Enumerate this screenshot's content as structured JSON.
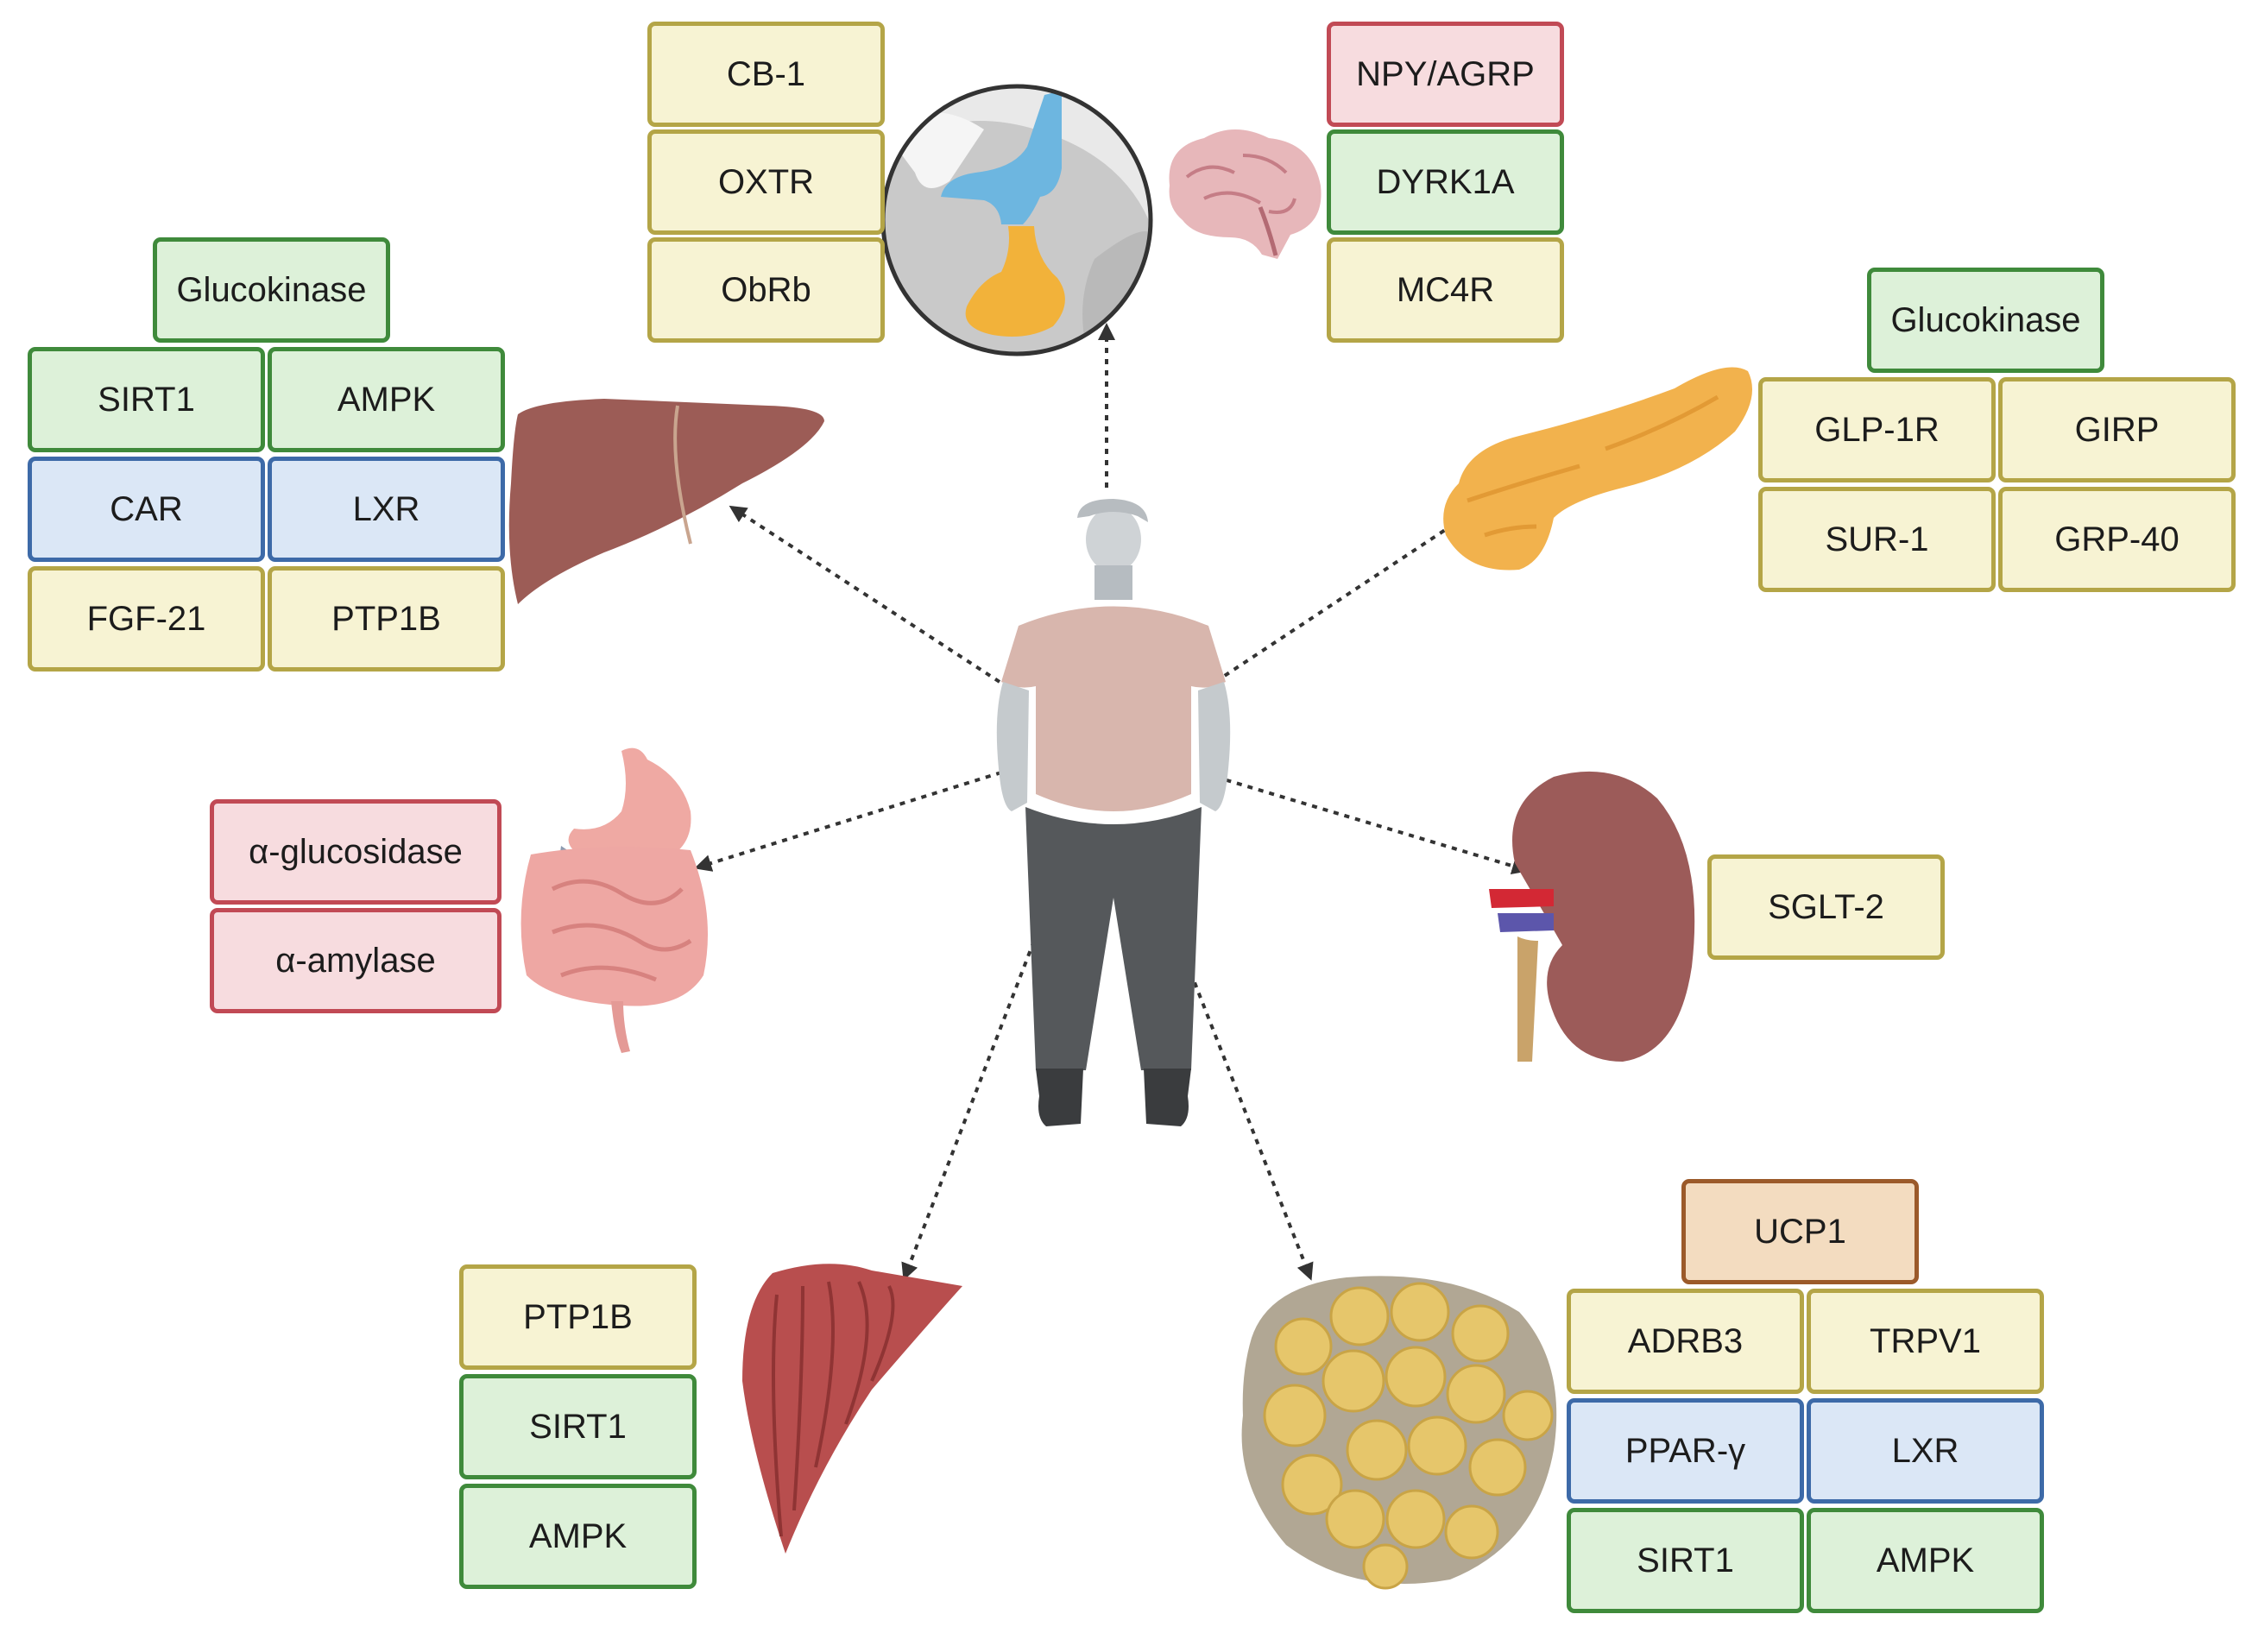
{
  "colors": {
    "yellow_fill": "#f7f3d3",
    "yellow_border": "#b4a547",
    "green_fill": "#ddf1d9",
    "green_border": "#3f8a3b",
    "blue_fill": "#dbe7f6",
    "blue_border": "#3d6aa8",
    "red_fill": "#f7dcdf",
    "red_border": "#c14a55",
    "tan_fill": "#f3dcc0",
    "tan_border": "#9b5a2a",
    "arrow": "#333333"
  },
  "icons": {
    "center": "human-figure-icon",
    "brain_circle": "hypothalamus-icon",
    "brain": "brain-icon",
    "liver": "liver-icon",
    "pancreas": "pancreas-icon",
    "digestive": "stomach-intestine-icon",
    "kidney": "kidney-icon",
    "muscle": "muscle-icon",
    "adipose": "adipose-tissue-icon"
  },
  "brain_left": {
    "t1": "CB-1",
    "t2": "OXTR",
    "t3": "ObRb"
  },
  "brain_right": {
    "t1": "NPY/AGRP",
    "t2": "DYRK1A",
    "t3": "MC4R"
  },
  "liver": {
    "t1": "Glucokinase",
    "t2": "SIRT1",
    "t3": "AMPK",
    "t4": "CAR",
    "t5": "LXR",
    "t6": "FGF-21",
    "t7": "PTP1B"
  },
  "pancreas": {
    "t1": "Glucokinase",
    "t2": "GLP-1R",
    "t3": "GIRP",
    "t4": "SUR-1",
    "t5": "GRP-40"
  },
  "gut": {
    "t1": "α-glucosidase",
    "t2": "α-amylase"
  },
  "kidney": {
    "t1": "SGLT-2"
  },
  "muscle": {
    "t1": "PTP1B",
    "t2": "SIRT1",
    "t3": "AMPK"
  },
  "adipose": {
    "t1": "UCP1",
    "t2": "ADRB3",
    "t3": "TRPV1",
    "t4": "PPAR-γ",
    "t5": "LXR",
    "t6": "SIRT1",
    "t7": "AMPK"
  }
}
